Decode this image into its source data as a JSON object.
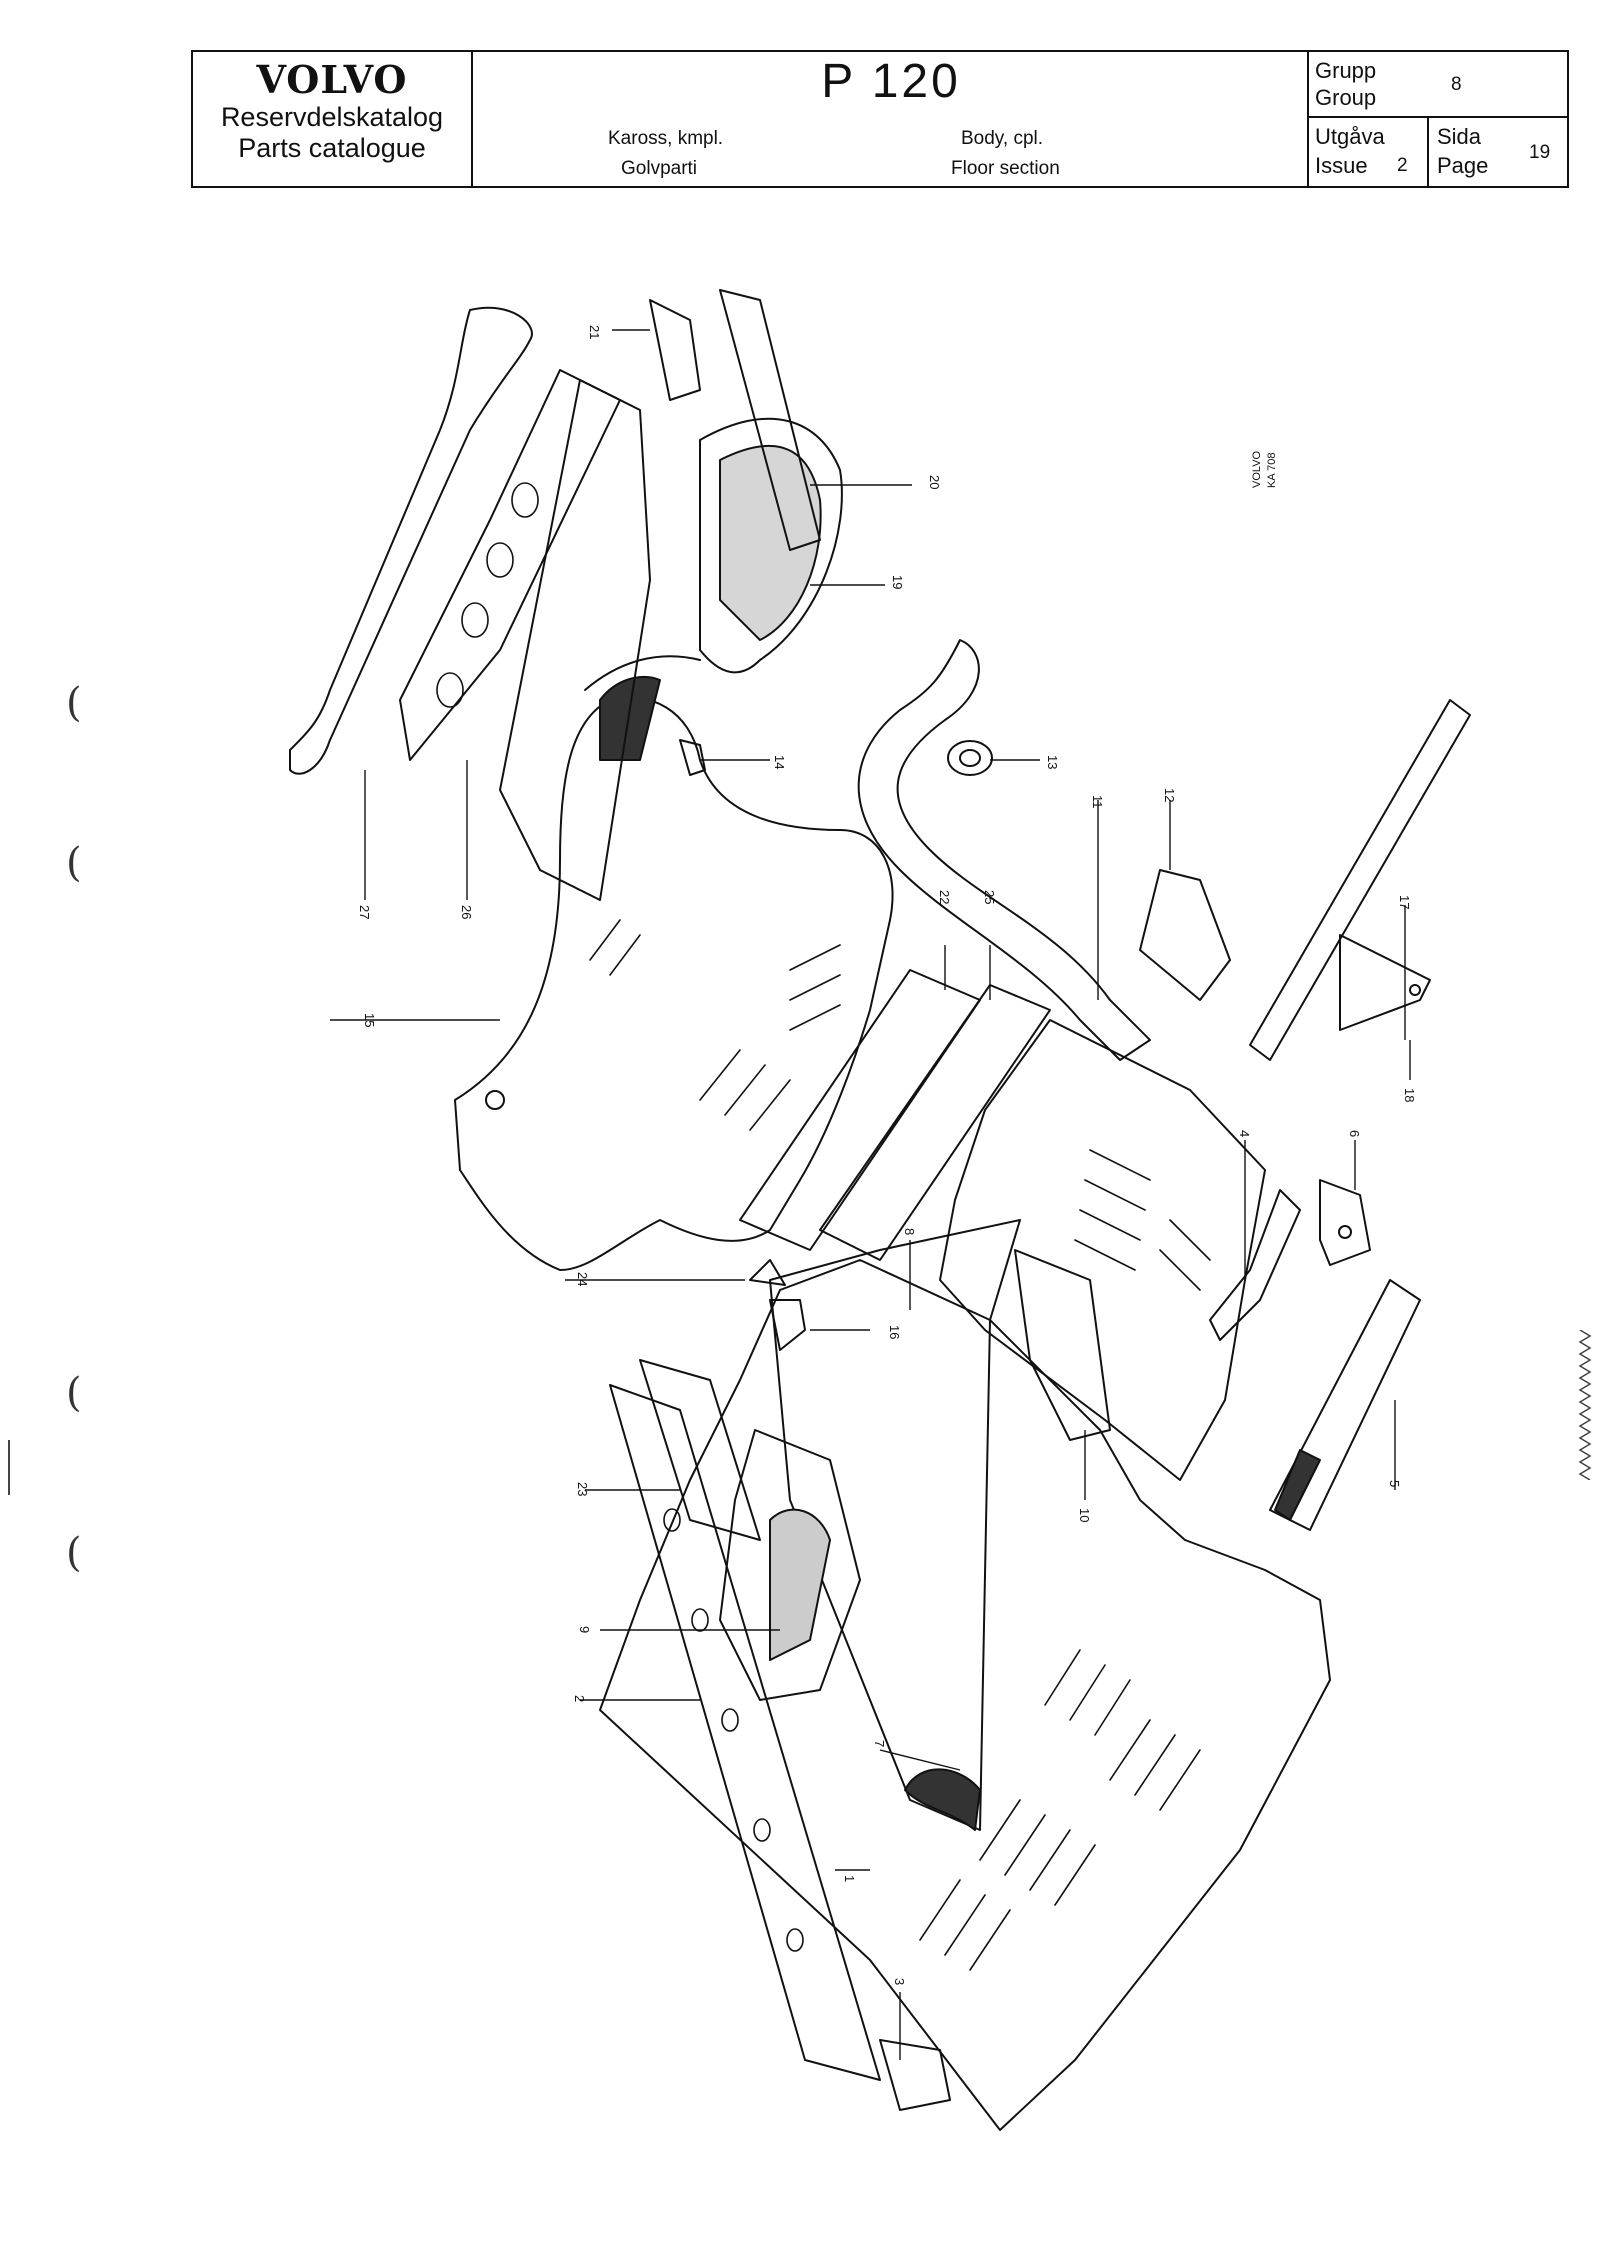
{
  "header": {
    "brand": "VOLVO",
    "catalog_sv": "Reservdelskatalog",
    "catalog_en": "Parts catalogue",
    "model": "P 120",
    "title_sv": "Kaross, kmpl.",
    "title_en": "Body, cpl.",
    "subtitle_sv": "Golvparti",
    "subtitle_en": "Floor section",
    "group_label_sv": "Grupp",
    "group_label_en": "Group",
    "group_value": "8",
    "issue_label_sv": "Utgåva",
    "issue_label_en": "Issue",
    "issue_value": "2",
    "page_label_sv": "Sida",
    "page_label_en": "Page",
    "page_value": "19"
  },
  "diagram": {
    "drawing_code_line1": "VOLVO",
    "drawing_code_line2": "KA 708",
    "callouts": [
      "1",
      "2",
      "3",
      "4",
      "5",
      "6",
      "7",
      "8",
      "9",
      "10",
      "11",
      "12",
      "13",
      "14",
      "15",
      "16",
      "17",
      "18",
      "19",
      "20",
      "21",
      "22",
      "23",
      "24",
      "25",
      "26",
      "27"
    ]
  }
}
